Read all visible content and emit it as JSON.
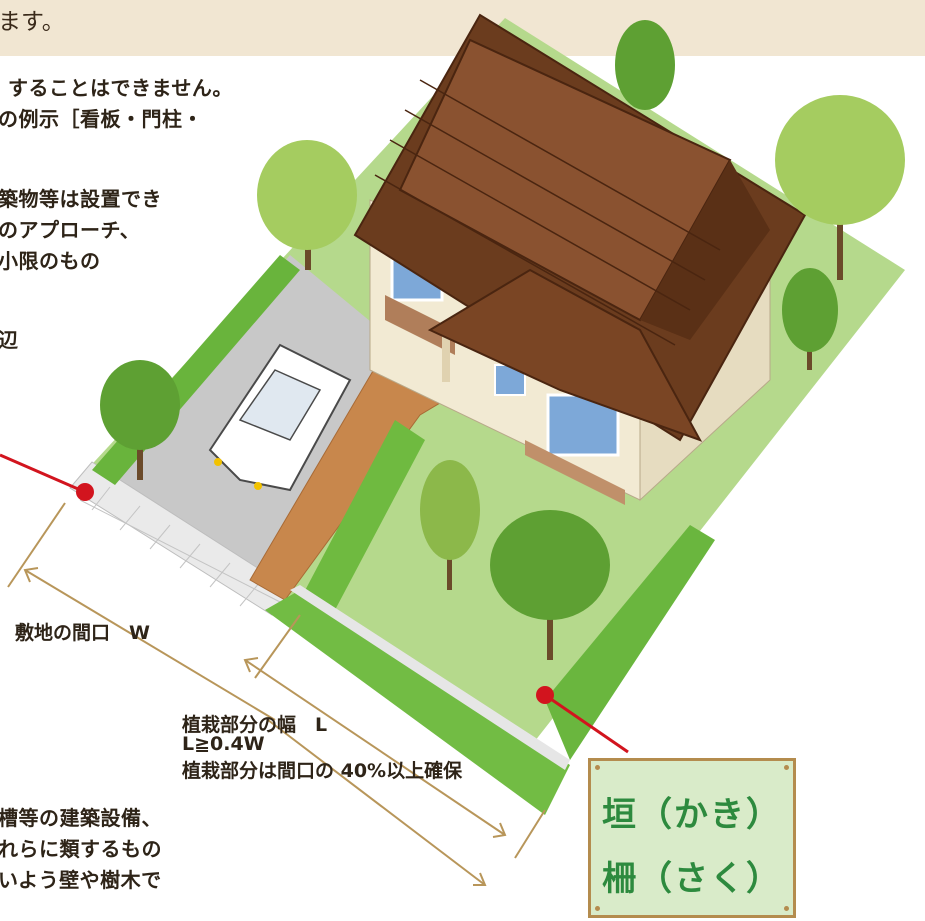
{
  "banner": {
    "text": "ます。"
  },
  "left_text": {
    "line1": "することはできません。",
    "line2": "の例示［看板・門柱・",
    "line3": "築物等は設置でき",
    "line4": "のアプローチ、",
    "line5": "小限のもの",
    "line6": "辺",
    "line7": "槽等の建築設備、",
    "line8": "れらに類するもの",
    "line9": "いよう壁や樹木で"
  },
  "labels": {
    "frontage": "敷地の間口　W",
    "planting_width": "植栽部分の幅　L",
    "formula": "L≧0.4W",
    "ratio_note": "植栽部分は間口の 40%以上確保"
  },
  "sign": {
    "line1": "垣（かき）",
    "line2": "柵（さく）"
  },
  "colors": {
    "banner_bg": "#f1e6d2",
    "accent_red": "#d2141e",
    "sign_bg": "#d9ebc9",
    "sign_text": "#2d8a3e",
    "sign_border": "#b48c4e"
  }
}
